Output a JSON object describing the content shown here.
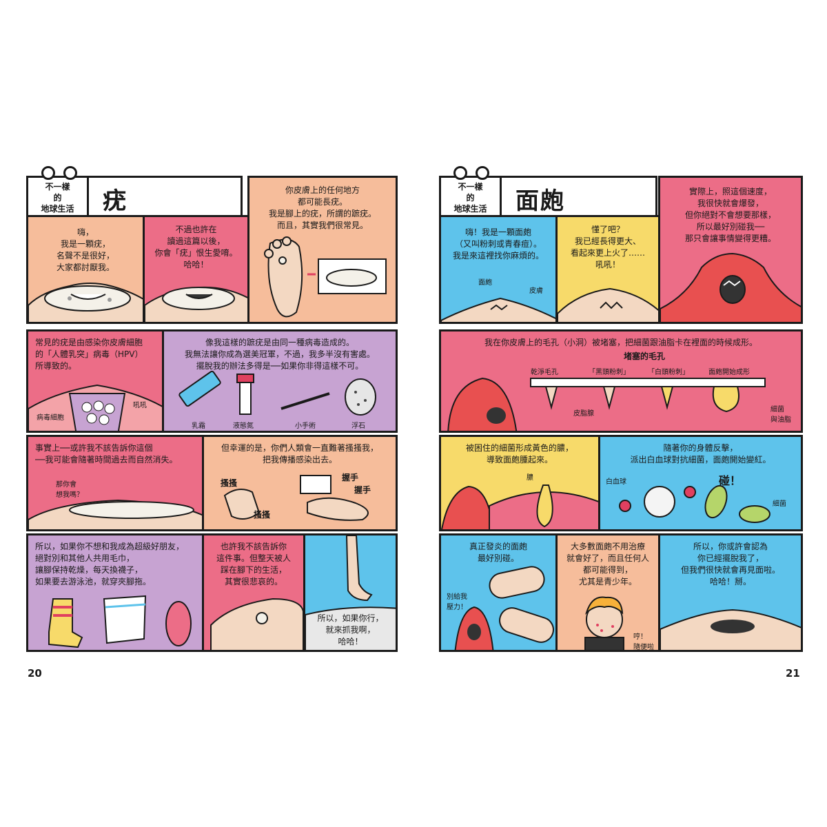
{
  "left_page": {
    "tab_label": "不一樣\n的\n地球生活",
    "title": "疣",
    "page_number": "20",
    "p1": "嗨，\n我是一顆疣，\n名聲不是很好，\n大家都討厭我。",
    "p2": "不過也許在\n讀過這篇以後，\n你會「疣」恨生愛唷。\n哈哈！",
    "p3": "你皮膚上的任何地方\n都可能長疣。\n我是腳上的疣，所謂的蹠疣。\n而且，其實我們很常見。",
    "p4": "常見的疣是由感染你皮膚細胞\n的「人體乳突」病毒（HPV）\n所導致的。",
    "p4_label_cells": "病毒細胞",
    "p4_label_sfx": "吼吼",
    "p5": "像我這樣的蹠疣是由同一種病毒造成的。\n我無法讓你成為選美冠軍，不過，我多半沒有害處。\n擺脫我的辦法多得是──如果你非得這樣不可。",
    "p5_tools": [
      "乳霜",
      "液態氮",
      "小手術",
      "浮石"
    ],
    "p6": "事實上──或許我不該告訴你這個\n──我可能會隨著時間過去而自然消失。",
    "p6_bubble": "那你會\n想我嗎？",
    "p7": "但幸運的是，你們人類會一直難著搔搔我，\n把我傳播感染出去。",
    "p7_sfx": [
      "搔搔",
      "搔搔",
      "握手",
      "握手"
    ],
    "p8": "所以，如果你不想和我成為超級好朋友，\n絕對別和其他人共用毛巾，\n讓腳保持乾燥，每天換襪子，\n如果要去游泳池，就穿夾腳拖。",
    "p9": "也許我不該告訴你\n這件事。但整天被人\n踩在腳下的生活，\n其實很悲哀的。",
    "p10": "所以，如果你行，\n就來抓我啊，\n哈哈！"
  },
  "right_page": {
    "tab_label": "不一樣\n的\n地球生活",
    "title": "面皰",
    "page_number": "21",
    "p1": "嗨！我是一顆面皰\n（又叫粉刺或青春痘）。\n我是來這裡找你麻煩的。",
    "p1_labels": [
      "面皰",
      "皮膚"
    ],
    "p2": "懂了吧？\n我已經長得更大、\n看起來更上火了……\n吼吼！",
    "p3": "實際上，照這個速度，\n我很快就會爆發，\n但你絕對不會想要那樣，\n所以最好別碰我──\n那只會讓事情變得更糟。",
    "p4": "我在你皮膚上的毛孔（小洞）被堵塞，把細菌跟油脂卡在裡面的時候成形。",
    "p4_subtitle": "堵塞的毛孔",
    "p4_pores": [
      "乾淨毛孔",
      "「黑頭粉刺」",
      "「白頭粉刺」",
      "面皰開始成形"
    ],
    "p4_label_sebum": "皮脂腺",
    "p4_label_bacteria": "細菌\n與油脂",
    "p5": "被困住的細菌形成黃色的膿，\n導致面皰腫起來。",
    "p5_label": "膿",
    "p6": "隨著你的身體反擊，\n派出白血球對抗細菌，面皰開始變紅。",
    "p6_labels": [
      "白血球",
      "細菌"
    ],
    "p6_sfx": "碰！",
    "p7": "真正發炎的面皰\n最好別碰。",
    "p7_bubble": "別給我\n壓力！",
    "p8": "大多數面皰不用治療\n就會好了，而且任何人\n都可能得到，\n尤其是青少年。",
    "p8_bubble": "哼！\n隨便啦",
    "p9": "所以，你或許會認為\n你已經擺脫我了，\n但我們很快就會再見面啦。\n哈哈！掰。"
  },
  "colors": {
    "peach": "#F6BD9B",
    "pink": "#EC6D87",
    "purple": "#C7A3D2",
    "blue": "#5EC3EB",
    "yellow": "#F7DA6A",
    "skin": "#F3D8C2",
    "wart": "#F4F1E9",
    "outline": "#1A1A1A"
  }
}
